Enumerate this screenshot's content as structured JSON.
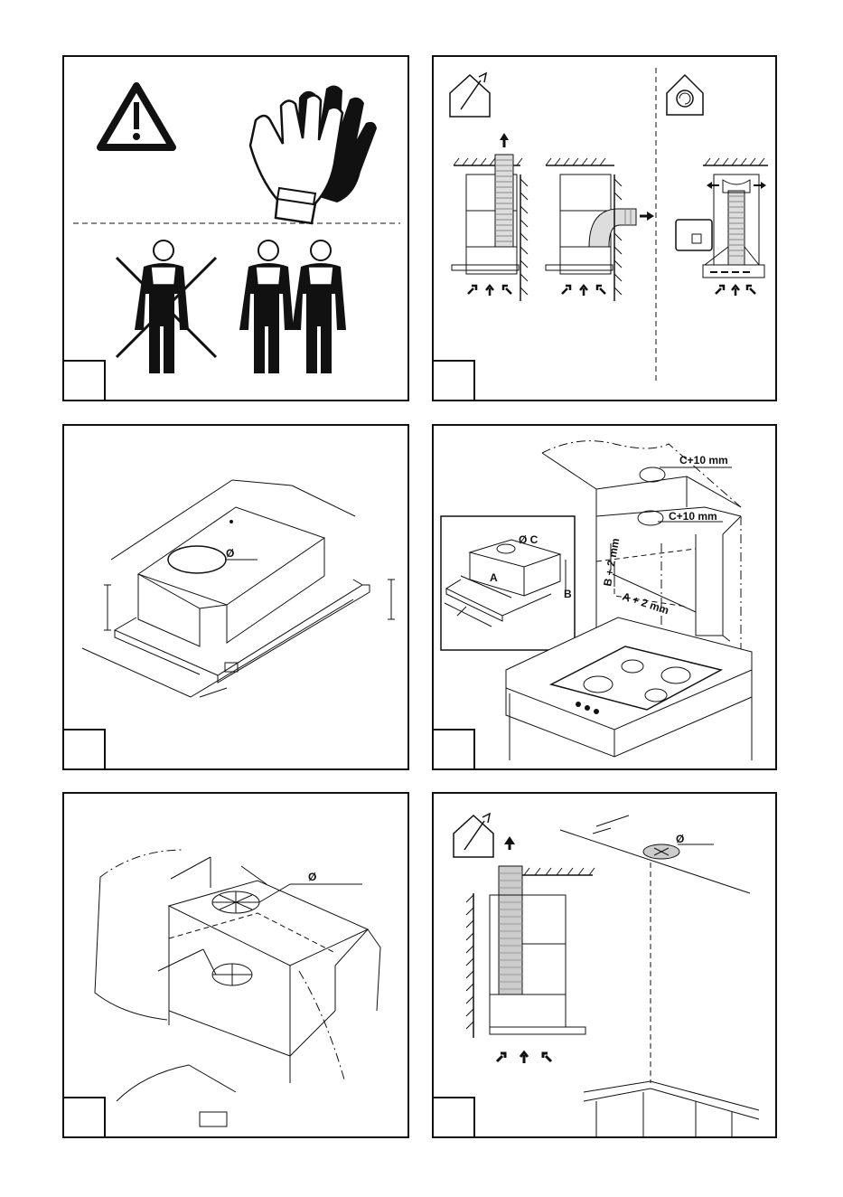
{
  "panels": {
    "p3": {
      "diameter_symbol": "Ø"
    },
    "p4": {
      "cut_top": "C+10 mm",
      "cut_bottom": "C+10 mm",
      "inset_diameter": "Ø C",
      "inset_a": "A",
      "inset_b": "B",
      "width_label": "A + 2 mm",
      "height_label": "B + 2 mm"
    },
    "p5": {
      "diameter_symbol": "Ø"
    },
    "p6": {
      "diameter_symbol": "Ø"
    }
  }
}
